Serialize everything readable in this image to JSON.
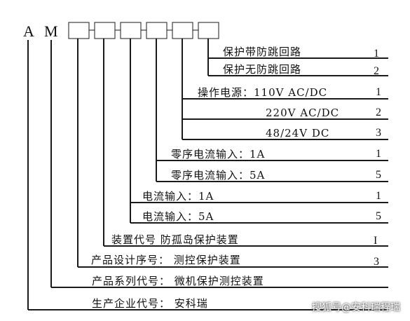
{
  "prefix": {
    "a": "A",
    "m": "M"
  },
  "options": [
    {
      "label": "保护带防跳回路",
      "code": "1"
    },
    {
      "label": "保护无防跳回路",
      "code": "2"
    },
    {
      "label": "操作电源：110V    AC/DC",
      "code": "1"
    },
    {
      "label": "220V    AC/DC",
      "code": "2"
    },
    {
      "label": "48/24V  DC",
      "code": "3"
    },
    {
      "label": "零序电流输入：1A",
      "code": "1"
    },
    {
      "label": "零序电流输入：5A",
      "code": "5"
    },
    {
      "label": "电流输入：1A",
      "code": "1"
    },
    {
      "label": "电流输入：5A",
      "code": "5"
    },
    {
      "label": "装置代号    防孤岛保护装置",
      "code": "I"
    },
    {
      "label": "产品设计序号：  测控保护装置",
      "code": "3"
    },
    {
      "label": "产品系列代号：  微机保护测控装置",
      "code": ""
    },
    {
      "label": "生产企业代号：  安科瑞",
      "code": ""
    }
  ],
  "watermark": "搜狐号@安科瑞程瑞"
}
